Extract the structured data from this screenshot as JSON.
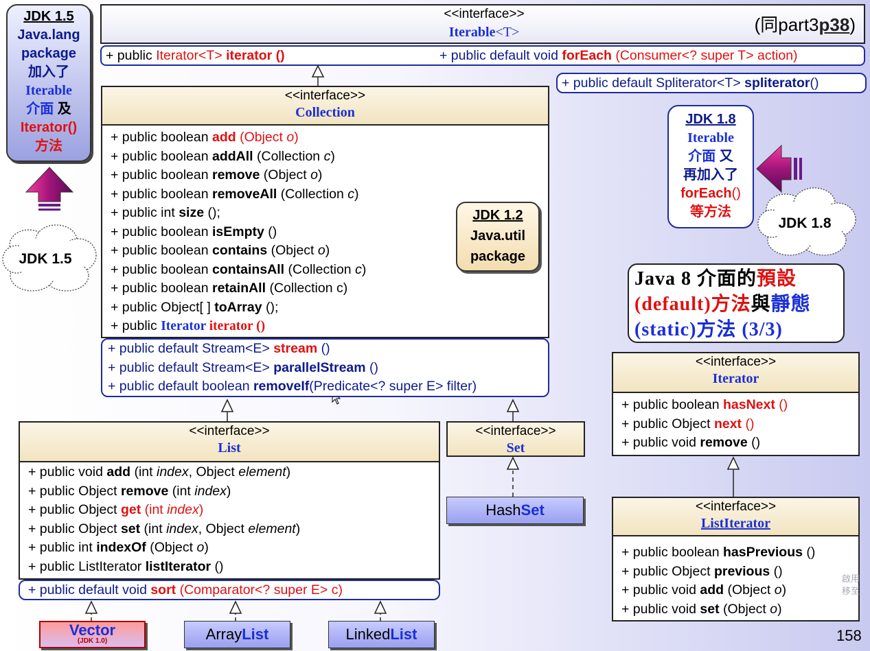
{
  "title_box": {
    "ref_prefix": "(同part3",
    "ref_page": "p38",
    "ref_suffix": ")"
  },
  "iterable": {
    "stereotype": "<<interface>>",
    "name_main": "Iterable",
    "name_generic": "<T>",
    "method1_prefix": "+ public ",
    "method1_type": "Iterator<T> ",
    "method1_name": "iterator ()",
    "method2_prefix": "+ public default void ",
    "method2_name": "forEach",
    "method2_args": " (Consumer<? super T> action)",
    "method3_prefix": "+ public default Spliterator<T> ",
    "method3_name": "spliterator",
    "method3_args": "()"
  },
  "collection": {
    "stereotype": "<<interface>>",
    "name": "Collection",
    "methods": [
      {
        "pre": "+ public boolean ",
        "name": "add",
        "args": " (Object ",
        "arg": "o",
        "post": ")",
        "highlight": true
      },
      {
        "pre": "+ public boolean ",
        "name": "addAll",
        "args": " (Collection ",
        "arg": "c",
        "post": ")"
      },
      {
        "pre": "+ public boolean ",
        "name": "remove",
        "args": " (Object ",
        "arg": "o",
        "post": ")"
      },
      {
        "pre": "+ public boolean ",
        "name": "removeAll",
        "args": " (Collection ",
        "arg": "c",
        "post": ")"
      },
      {
        "pre": "+ public int ",
        "name": "size",
        "args": " ();",
        "arg": "",
        "post": ""
      },
      {
        "pre": "+ public boolean ",
        "name": "isEmpty",
        "args": " ()",
        "arg": "",
        "post": ""
      },
      {
        "pre": "+ public boolean ",
        "name": "contains",
        "args": " (Object ",
        "arg": "o",
        "post": ")"
      },
      {
        "pre": "+ public boolean ",
        "name": "containsAll",
        "args": " (Collection ",
        "arg": "c",
        "post": ")"
      },
      {
        "pre": "+ public boolean ",
        "name": "retainAll",
        "args": " (Collection c)",
        "arg": "",
        "post": ""
      },
      {
        "pre": "+ public Object[ ] ",
        "name": "toArray",
        "args": " ();",
        "arg": "",
        "post": ""
      }
    ],
    "last_pre": "+ public ",
    "last_type": "Iterator ",
    "last_name": "iterator ()",
    "ext": [
      {
        "pre": "+ public default Stream<E> ",
        "name": "stream",
        "args": " ()",
        "red": true
      },
      {
        "pre": "+ public default Stream<E> ",
        "name": "parallelStream",
        "args": " ()",
        "red": false
      },
      {
        "pre": "+ public default boolean ",
        "name": "removeIf",
        "args": "(Predicate<? super E> filter)",
        "red": false
      }
    ]
  },
  "list": {
    "stereotype": "<<interface>>",
    "name": "List",
    "methods": [
      {
        "pre": "+ public void ",
        "name": "add",
        "a1": " (int ",
        "i1": "index",
        "a2": ", Object ",
        "i2": "element",
        "post": ")"
      },
      {
        "pre": "+ public Object ",
        "name": "remove",
        "a1": " (int ",
        "i1": "index",
        "a2": "",
        "i2": "",
        "post": ")"
      },
      {
        "pre": "+ public Object ",
        "name": "get",
        "a1": " (int ",
        "i1": "index",
        "a2": "",
        "i2": "",
        "post": ")",
        "highlight": true
      },
      {
        "pre": "+ public Object ",
        "name": "set",
        "a1": " (int ",
        "i1": "index",
        "a2": ", Object ",
        "i2": "element",
        "post": ")"
      },
      {
        "pre": "+ public int ",
        "name": "indexOf",
        "a1": " (Object ",
        "i1": "o",
        "a2": "",
        "i2": "",
        "post": ")"
      },
      {
        "pre": "+ public ListIterator ",
        "name": "listIterator",
        "a1": " ()",
        "i1": "",
        "a2": "",
        "i2": "",
        "post": ""
      }
    ],
    "ext_pre": "+ public default void ",
    "ext_name": "sort",
    "ext_args": " (Comparator<? super E> c)"
  },
  "set": {
    "stereotype": "<<interface>>",
    "name": "Set"
  },
  "hashset": {
    "pre": "Hash",
    "name": "Set"
  },
  "vector": {
    "name": "Vector",
    "note": "(JDK 1.0)"
  },
  "arraylist": {
    "pre": "Array",
    "name": "List"
  },
  "linkedlist": {
    "pre": "Linked",
    "name": "List"
  },
  "iterator": {
    "stereotype": "<<interface>>",
    "name": "Iterator",
    "methods": [
      {
        "pre": "+ public boolean ",
        "name": "hasNext",
        "args": " ()",
        "highlight": true
      },
      {
        "pre": "+ public Object ",
        "name": "next",
        "args": " ()",
        "highlight": true
      },
      {
        "pre": "+ public void ",
        "name": "remove",
        "args": " ()",
        "highlight": false
      }
    ]
  },
  "listiterator": {
    "stereotype": "<<interface>>",
    "name": "ListIterator",
    "methods": [
      {
        "pre": "+ public boolean ",
        "name": "hasPrevious",
        "args": " ()",
        "arg": "",
        "post": ""
      },
      {
        "pre": "+ public Object ",
        "name": "previous",
        "args": " ()",
        "arg": "",
        "post": ""
      },
      {
        "pre": "+ public void ",
        "name": "add",
        "args": " (Object ",
        "arg": "o",
        "post": ")"
      },
      {
        "pre": "+ public void ",
        "name": "set",
        "args": " (Object ",
        "arg": "o",
        "post": ")"
      }
    ]
  },
  "note_jdk15": {
    "line1": "JDK 1.5",
    "line2": "Java.lang",
    "line3": "package",
    "line4": "加入了",
    "line5": "Iterable",
    "line6a": "介面",
    "line6b": " 及",
    "line7": "Iterator()",
    "line8": "方法"
  },
  "cloud_jdk15": "JDK 1.5",
  "note_jdk12": {
    "line1": "JDK 1.2",
    "line2": "Java.util",
    "line3": "package"
  },
  "note_jdk18": {
    "line1": "JDK 1.8",
    "line2": "Iterable",
    "line3a": "介面",
    "line3b": " 又",
    "line4": "再加入了",
    "line5a": "forEach",
    "line5b": "()",
    "line6": "等方法"
  },
  "cloud_jdk18": "JDK 1.8",
  "headline": {
    "p1": "Java 8 介面的",
    "p2": "預設",
    "p3": "(",
    "p4": "default",
    "p5": ")方法",
    "p6": "與",
    "p7": "靜態",
    "p8": "(",
    "p9": "static",
    "p10": ")方法 (3/3)"
  },
  "watermark": [
    "啟用",
    "移至"
  ],
  "page_number": "158"
}
